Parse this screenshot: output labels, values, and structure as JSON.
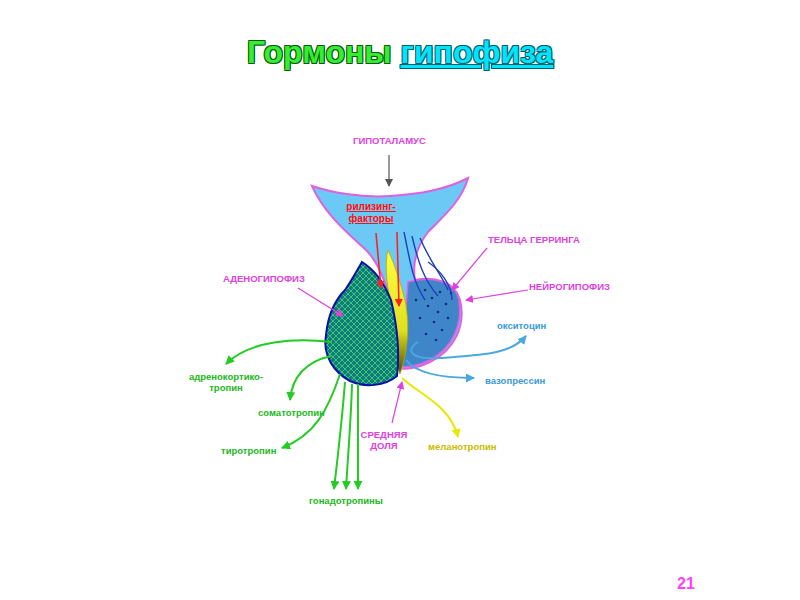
{
  "diagram": {
    "title": "Гормоны гипофиза",
    "nodes": [
      {
        "text": [
          "рилизинг- факторы"
        ]
      }
    ],
    "labels": [
      "ГИПОТАЛАМУС",
      "ТЕЛЬЦА ГЕРРИНГА",
      "АДЕНОГИПОФИЗ",
      "НЕЙРОГИПОФИЗ",
      "окситоцин",
      "адренокортико- тропин",
      "вазопрессин",
      "соматотропин",
      "СРЕДНЯЯ ДОЛЯ",
      "меланотропин",
      "тиротропин",
      "гонадотропины",
      "21"
    ]
  }
}
